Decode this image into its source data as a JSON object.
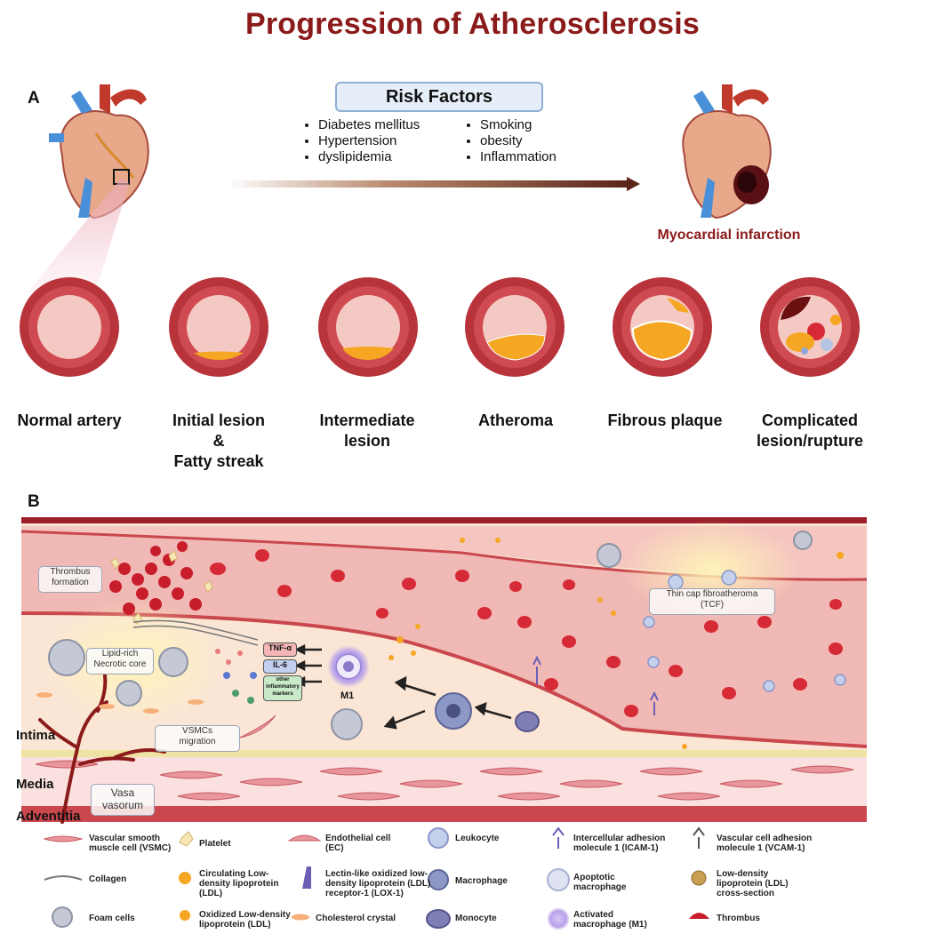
{
  "title": "Progression of Atherosclerosis",
  "panel_a": {
    "label": "A",
    "risk_factors": {
      "heading": "Risk Factors",
      "left": [
        "Diabetes mellitus",
        "Hypertension",
        "dyslipidemia"
      ],
      "right": [
        "Smoking",
        "obesity",
        "Inflammation"
      ]
    },
    "outcome": "Myocardial infarction",
    "stages": [
      {
        "line1": "Normal artery",
        "line2": "",
        "line3": ""
      },
      {
        "line1": "Initial lesion",
        "line2": "&",
        "line3": "Fatty streak"
      },
      {
        "line1": "Intermediate",
        "line2": "lesion",
        "line3": ""
      },
      {
        "line1": "Atheroma",
        "line2": "",
        "line3": ""
      },
      {
        "line1": "Fibrous plaque",
        "line2": "",
        "line3": ""
      },
      {
        "line1": "Complicated",
        "line2": "lesion/rupture",
        "line3": ""
      }
    ]
  },
  "panel_b": {
    "label": "B",
    "tags": {
      "thrombus": [
        "Thrombus",
        "formation"
      ],
      "necrotic": [
        "Lipid-rich",
        "Necrotic core"
      ],
      "vsmc_migration": [
        "VSMCs",
        "migration"
      ],
      "tcf": [
        "Thin cap fibroatheroma",
        "(TCF)"
      ],
      "vasa": [
        "Vasa",
        "vasorum"
      ]
    },
    "cytokines": {
      "tnf": "TNF-α",
      "il6": "IL-6",
      "other": [
        "other",
        "inflammatory",
        "markers"
      ]
    },
    "m1_label": "M1",
    "layers": {
      "intima": "Intima",
      "media": "Media",
      "adventitia": "Adventitia"
    }
  },
  "legend": [
    {
      "icon": "vsmc-icon",
      "lines": [
        "Vascular smooth",
        "muscle cell (VSMC)"
      ]
    },
    {
      "icon": "platelet-icon",
      "lines": [
        "Platelet"
      ]
    },
    {
      "icon": "endothelial-cell-icon",
      "lines": [
        "Endothelial cell",
        "(EC)"
      ]
    },
    {
      "icon": "leukocyte-icon",
      "lines": [
        "Leukocyte"
      ]
    },
    {
      "icon": "icam-icon",
      "lines": [
        "Intercellular adhesion",
        "molecule 1 (ICAM-1)"
      ]
    },
    {
      "icon": "vcam-icon",
      "lines": [
        "Vascular cell adhesion",
        "molecule 1 (VCAM-1)"
      ]
    },
    {
      "icon": "collagen-icon",
      "lines": [
        "Collagen"
      ]
    },
    {
      "icon": "ldl-icon",
      "lines": [
        "Circulating Low-",
        "density lipoprotein",
        "(LDL)"
      ]
    },
    {
      "icon": "lox1-icon",
      "lines": [
        "Lectin-like oxidized low-",
        "density lipoprotein (LDL)",
        "receptor-1 (LOX-1)"
      ]
    },
    {
      "icon": "macrophage-icon",
      "lines": [
        "Macrophage"
      ]
    },
    {
      "icon": "apoptotic-macrophage-icon",
      "lines": [
        "Apoptotic",
        "macrophage"
      ]
    },
    {
      "icon": "ldl-cross-section-icon",
      "lines": [
        "Low-density",
        "lipoprotein (LDL)",
        "cross-section"
      ]
    },
    {
      "icon": "foam-cell-icon",
      "lines": [
        "Foam cells"
      ]
    },
    {
      "icon": "oxidized-ldl-icon",
      "lines": [
        "Oxidized Low-density",
        "lipoprotein (LDL)"
      ]
    },
    {
      "icon": "cholesterol-crystal-icon",
      "lines": [
        "Cholesterol crystal"
      ]
    },
    {
      "icon": "monocyte-icon",
      "lines": [
        "Monocyte"
      ]
    },
    {
      "icon": "activated-macrophage-icon",
      "lines": [
        "Activated",
        "macrophage (M1)"
      ]
    },
    {
      "icon": "thrombus-icon",
      "lines": [
        "Thrombus"
      ]
    }
  ],
  "colors": {
    "title": "#8b1a1a",
    "artery_wall": "#c9474d",
    "artery_outer": "#b8333a",
    "lumen": "#f4c9c4",
    "plaque": "#f5a623",
    "rbc": "#d62a36",
    "risk_box_border": "#8fb0d6"
  }
}
